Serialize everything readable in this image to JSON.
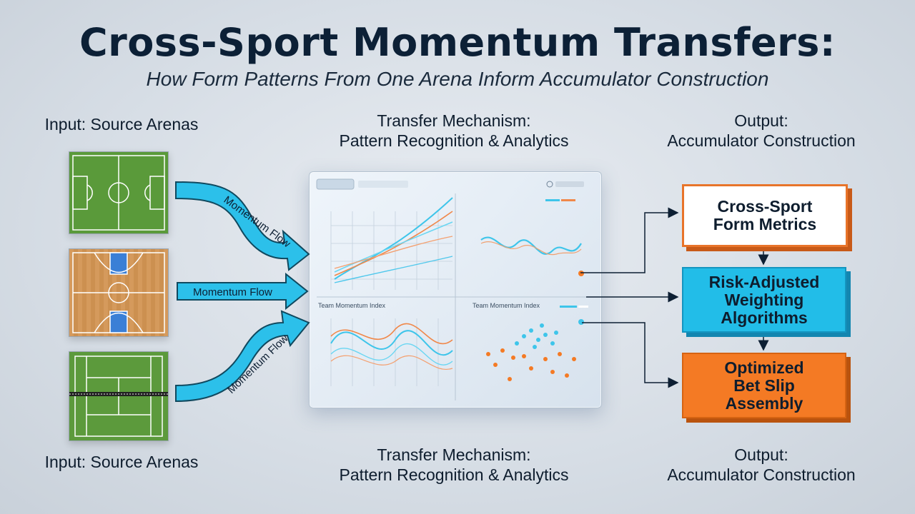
{
  "title": "Cross-Sport Momentum Transfers:",
  "subtitle": "How Form Patterns From One Arena Inform Accumulator Construction",
  "headers_top": {
    "input": "Input: Source Arenas",
    "mechanism_line1": "Transfer Mechanism:",
    "mechanism_line2": "Pattern Recognition & Analytics",
    "output_line1": "Output:",
    "output_line2": "Accumulator Construction"
  },
  "headers_bottom": {
    "input": "Input: Source Arenas",
    "mechanism_line1": "Transfer Mechanism:",
    "mechanism_line2": "Pattern Recognition & Analytics",
    "output_line1": "Output:",
    "output_line2": "Accumulator Construction"
  },
  "arrows": {
    "top": "Momentum Flow",
    "middle": "Momentum Flow",
    "bottom": "Momentum Flow"
  },
  "dashboard": {
    "chart_titles": [
      "Team Momentum Index",
      "Team Momentum Index"
    ]
  },
  "outputs": {
    "box1": {
      "line1": "Cross-Sport",
      "line2": "Form Metrics"
    },
    "box2": {
      "line1": "Risk-Adjusted",
      "line2": "Weighting",
      "line3": "Algorithms"
    },
    "box3": {
      "line1": "Optimized",
      "line2": "Bet Slip",
      "line3": "Assembly"
    }
  },
  "colors": {
    "arrow_fill": "#2cc0ea",
    "accent_orange": "#f47a24",
    "accent_cyan": "#22bde8",
    "title": "#0c2036"
  }
}
